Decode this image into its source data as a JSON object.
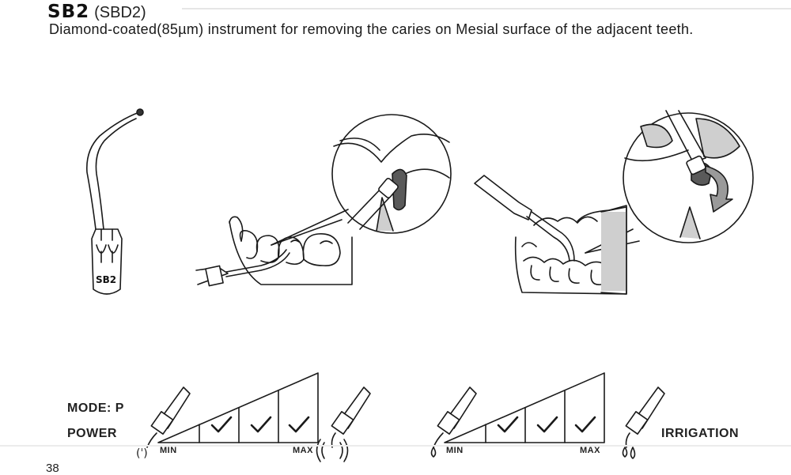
{
  "header": {
    "code": "SB2",
    "alias": "(SBD2)",
    "description": "Diamond-coated(85µm) instrument for removing the caries on Mesial surface of the adjacent teeth."
  },
  "tip": {
    "engraving": "SB2"
  },
  "settings": {
    "mode_label": "MODE: P",
    "power_label": "POWER",
    "irrigation_label": "IRRIGATION",
    "power_scale": {
      "min_label": "MIN",
      "max_label": "MAX",
      "levels_checked": [
        2,
        3,
        4
      ],
      "levels_total": 4
    },
    "irrigation_scale": {
      "min_label": "MIN",
      "max_label": "MAX",
      "levels_checked": [
        2,
        3,
        4
      ],
      "levels_total": 4
    }
  },
  "footer": {
    "page_number": "38"
  },
  "colors": {
    "ink": "#1a1a1a",
    "shade": "#cfcfcf",
    "caries": "#5a5a5a"
  }
}
